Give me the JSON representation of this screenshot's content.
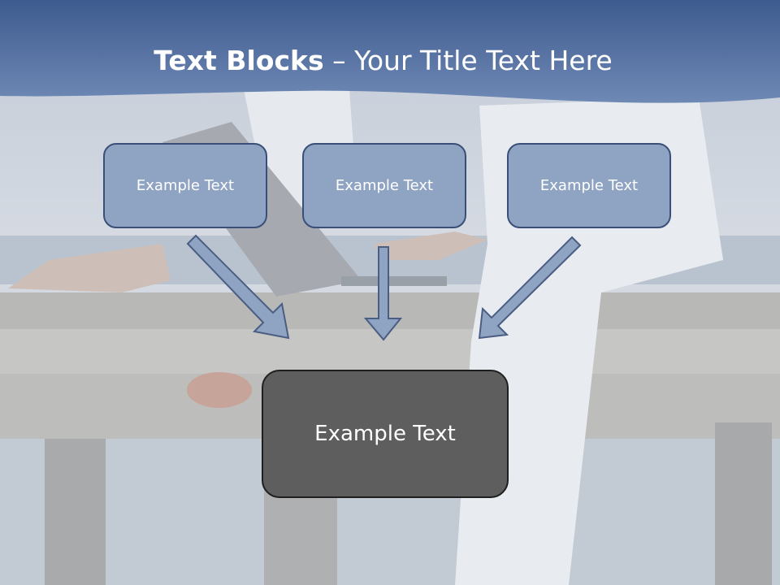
{
  "title": {
    "bold": "Text Blocks",
    "separator": " – ",
    "rest": "Your Title Text Here"
  },
  "blocks": {
    "top_left": "Example Text",
    "top_center": "Example Text",
    "top_right": "Example Text",
    "bottom": "Example Text"
  },
  "colors": {
    "title_band": "#5673a6",
    "small_block_fill": "#8fa3c2",
    "small_block_border": "#3a4f78",
    "main_block_fill": "#5e5e5e",
    "arrow_fill": "#8fa3c2",
    "arrow_stroke": "#4a5d82"
  }
}
